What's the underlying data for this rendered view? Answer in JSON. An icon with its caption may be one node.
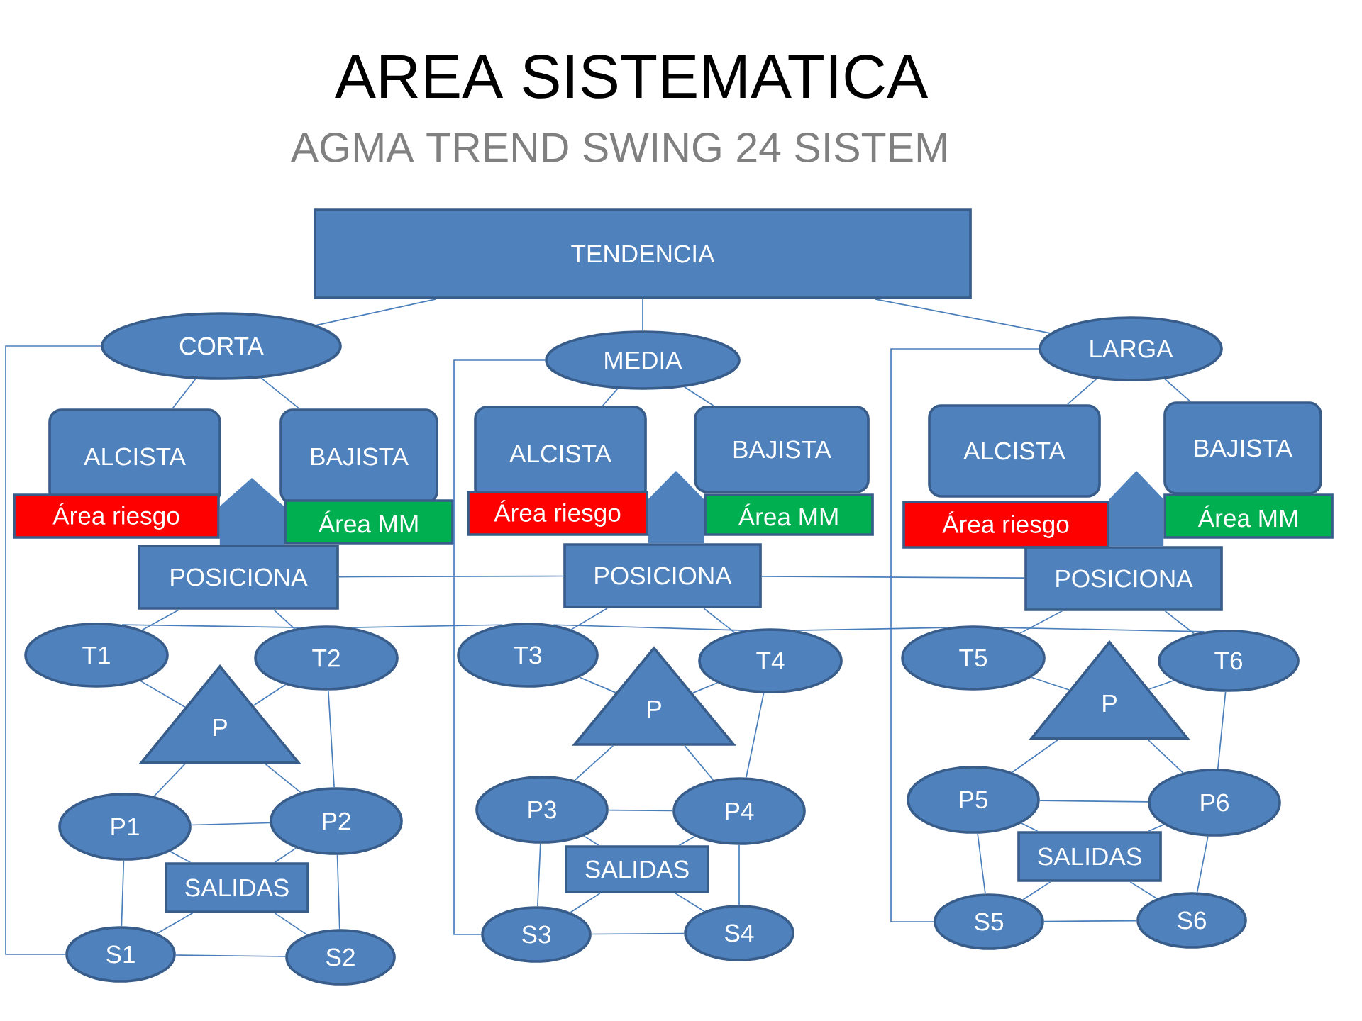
{
  "diagram": {
    "title": "AREA SISTEMATICA",
    "labels": [
      "AGMA TREND SWING 24 SISTEM"
    ],
    "nodes": [
      {
        "text": [
          "TENDENCIA"
        ]
      },
      {
        "text": [
          "CORTA"
        ]
      },
      {
        "text": [
          "ALCISTA"
        ]
      },
      {
        "text": [
          "BAJISTA"
        ]
      },
      {
        "text": [
          "Área riesgo"
        ]
      },
      {
        "text": [
          "Área MM"
        ]
      },
      {
        "text": [
          "POSICIONA"
        ]
      },
      {
        "text": [
          "T1"
        ]
      },
      {
        "text": [
          "T2"
        ]
      },
      {
        "text": [
          "P"
        ]
      },
      {
        "text": [
          "P1"
        ]
      },
      {
        "text": [
          "P2"
        ]
      },
      {
        "text": [
          "SALIDAS"
        ]
      },
      {
        "text": [
          "S1"
        ]
      },
      {
        "text": [
          "S2"
        ]
      },
      {
        "text": [
          "MEDIA"
        ]
      },
      {
        "text": [
          "ALCISTA"
        ]
      },
      {
        "text": [
          "BAJISTA"
        ]
      },
      {
        "text": [
          "Área riesgo"
        ]
      },
      {
        "text": [
          "Área MM"
        ]
      },
      {
        "text": [
          "POSICIONA"
        ]
      },
      {
        "text": [
          "T3"
        ]
      },
      {
        "text": [
          "T4"
        ]
      },
      {
        "text": [
          "P"
        ]
      },
      {
        "text": [
          "P3"
        ]
      },
      {
        "text": [
          "P4"
        ]
      },
      {
        "text": [
          "SALIDAS"
        ]
      },
      {
        "text": [
          "S3"
        ]
      },
      {
        "text": [
          "S4"
        ]
      },
      {
        "text": [
          "LARGA"
        ]
      },
      {
        "text": [
          "ALCISTA"
        ]
      },
      {
        "text": [
          "BAJISTA"
        ]
      },
      {
        "text": [
          "Área riesgo"
        ]
      },
      {
        "text": [
          "Área MM"
        ]
      },
      {
        "text": [
          "POSICIONA"
        ]
      },
      {
        "text": [
          "T5"
        ]
      },
      {
        "text": [
          "T6"
        ]
      },
      {
        "text": [
          "P"
        ]
      },
      {
        "text": [
          "P5"
        ]
      },
      {
        "text": [
          "P6"
        ]
      },
      {
        "text": [
          "SALIDAS"
        ]
      },
      {
        "text": [
          "S5"
        ]
      },
      {
        "text": [
          "S6"
        ]
      }
    ],
    "edges": [
      {
        "from": 0,
        "to": 1,
        "arrow": "none"
      },
      {
        "from": 1,
        "to": 2,
        "arrow": "none"
      },
      {
        "from": 1,
        "to": 3,
        "arrow": "none"
      },
      {
        "from": 1,
        "to": 13,
        "arrow": "none"
      },
      {
        "from": 4,
        "to": 6,
        "arrow": "none",
        "style": "thick"
      },
      {
        "from": 5,
        "to": 6,
        "arrow": "none",
        "style": "thick"
      },
      {
        "from": 6,
        "to": 7,
        "arrow": "none"
      },
      {
        "from": 6,
        "to": 8,
        "arrow": "none"
      },
      {
        "from": 7,
        "to": 9,
        "arrow": "none"
      },
      {
        "from": 8,
        "to": 9,
        "arrow": "none"
      },
      {
        "from": 8,
        "to": 11,
        "arrow": "none"
      },
      {
        "from": 9,
        "to": 10,
        "arrow": "none"
      },
      {
        "from": 9,
        "to": 11,
        "arrow": "none"
      },
      {
        "from": 10,
        "to": 11,
        "arrow": "none"
      },
      {
        "from": 10,
        "to": 12,
        "arrow": "none"
      },
      {
        "from": 11,
        "to": 12,
        "arrow": "none"
      },
      {
        "from": 10,
        "to": 13,
        "arrow": "none"
      },
      {
        "from": 11,
        "to": 14,
        "arrow": "none"
      },
      {
        "from": 12,
        "to": 13,
        "arrow": "none"
      },
      {
        "from": 12,
        "to": 14,
        "arrow": "none"
      },
      {
        "from": 13,
        "to": 14,
        "arrow": "none"
      },
      {
        "from": 0,
        "to": 15,
        "arrow": "none"
      },
      {
        "from": 15,
        "to": 16,
        "arrow": "none"
      },
      {
        "from": 15,
        "to": 17,
        "arrow": "none"
      },
      {
        "from": 15,
        "to": 27,
        "arrow": "none"
      },
      {
        "from": 18,
        "to": 20,
        "arrow": "none",
        "style": "thick"
      },
      {
        "from": 19,
        "to": 20,
        "arrow": "none",
        "style": "thick"
      },
      {
        "from": 20,
        "to": 21,
        "arrow": "none"
      },
      {
        "from": 20,
        "to": 22,
        "arrow": "none"
      },
      {
        "from": 21,
        "to": 23,
        "arrow": "none"
      },
      {
        "from": 22,
        "to": 23,
        "arrow": "none"
      },
      {
        "from": 22,
        "to": 25,
        "arrow": "none"
      },
      {
        "from": 23,
        "to": 24,
        "arrow": "none"
      },
      {
        "from": 23,
        "to": 25,
        "arrow": "none"
      },
      {
        "from": 24,
        "to": 25,
        "arrow": "none"
      },
      {
        "from": 24,
        "to": 26,
        "arrow": "none"
      },
      {
        "from": 25,
        "to": 26,
        "arrow": "none"
      },
      {
        "from": 24,
        "to": 27,
        "arrow": "none"
      },
      {
        "from": 25,
        "to": 28,
        "arrow": "none"
      },
      {
        "from": 26,
        "to": 27,
        "arrow": "none"
      },
      {
        "from": 26,
        "to": 28,
        "arrow": "none"
      },
      {
        "from": 27,
        "to": 28,
        "arrow": "none"
      },
      {
        "from": 0,
        "to": 29,
        "arrow": "none"
      },
      {
        "from": 29,
        "to": 30,
        "arrow": "none"
      },
      {
        "from": 29,
        "to": 31,
        "arrow": "none"
      },
      {
        "from": 29,
        "to": 41,
        "arrow": "none"
      },
      {
        "from": 32,
        "to": 34,
        "arrow": "none",
        "style": "thick"
      },
      {
        "from": 33,
        "to": 34,
        "arrow": "none",
        "style": "thick"
      },
      {
        "from": 34,
        "to": 35,
        "arrow": "none"
      },
      {
        "from": 34,
        "to": 36,
        "arrow": "none"
      },
      {
        "from": 35,
        "to": 37,
        "arrow": "none"
      },
      {
        "from": 36,
        "to": 37,
        "arrow": "none"
      },
      {
        "from": 36,
        "to": 39,
        "arrow": "none"
      },
      {
        "from": 37,
        "to": 38,
        "arrow": "none"
      },
      {
        "from": 37,
        "to": 39,
        "arrow": "none"
      },
      {
        "from": 38,
        "to": 39,
        "arrow": "none"
      },
      {
        "from": 38,
        "to": 40,
        "arrow": "none"
      },
      {
        "from": 39,
        "to": 40,
        "arrow": "none"
      },
      {
        "from": 38,
        "to": 41,
        "arrow": "none"
      },
      {
        "from": 39,
        "to": 42,
        "arrow": "none"
      },
      {
        "from": 40,
        "to": 41,
        "arrow": "none"
      },
      {
        "from": 40,
        "to": 42,
        "arrow": "none"
      },
      {
        "from": 41,
        "to": 42,
        "arrow": "none"
      },
      {
        "from": 6,
        "to": 20,
        "arrow": "none"
      },
      {
        "from": 20,
        "to": 34,
        "arrow": "none"
      },
      {
        "from": 7,
        "to": 8,
        "arrow": "none"
      },
      {
        "from": 8,
        "to": 21,
        "arrow": "none"
      },
      {
        "from": 21,
        "to": 22,
        "arrow": "none"
      },
      {
        "from": 22,
        "to": 35,
        "arrow": "none"
      },
      {
        "from": 35,
        "to": 36,
        "arrow": "none"
      }
    ]
  }
}
